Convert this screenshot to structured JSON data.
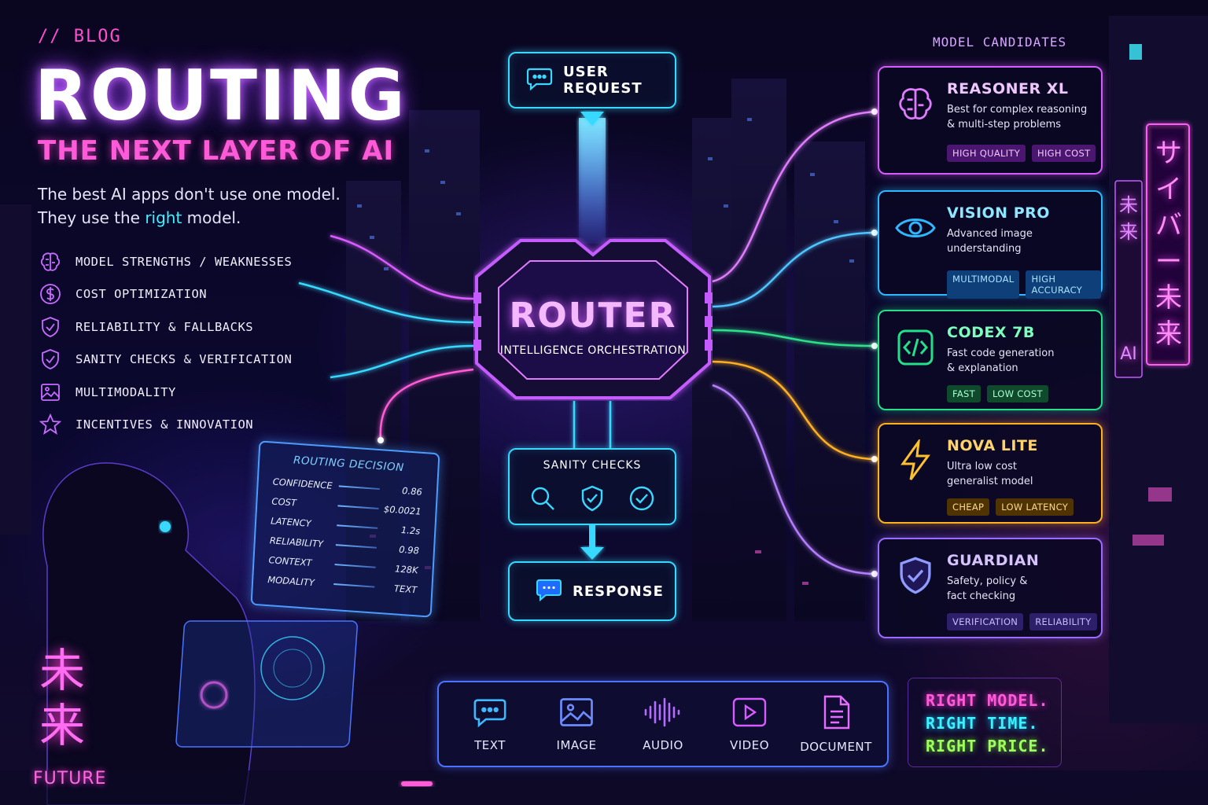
{
  "header": {
    "blog_tag": "// BLOG",
    "title": "ROUTING",
    "subtitle": "THE NEXT LAYER OF AI",
    "tagline_line1": "The best AI apps don't use one model.",
    "tagline_line2_pre": "They use the ",
    "tagline_line2_highlight": "right",
    "tagline_line2_post": " model."
  },
  "features": [
    {
      "icon": "brain-icon",
      "label": "MODEL STRENGTHS / WEAKNESSES"
    },
    {
      "icon": "dollar-icon",
      "label": "COST OPTIMIZATION"
    },
    {
      "icon": "shield-check-icon",
      "label": "RELIABILITY & FALLBACKS"
    },
    {
      "icon": "shield-check-icon",
      "label": "SANITY CHECKS & VERIFICATION"
    },
    {
      "icon": "image-icon",
      "label": "MULTIMODALITY"
    },
    {
      "icon": "star-icon",
      "label": "INCENTIVES & INNOVATION"
    }
  ],
  "flow": {
    "user_request": "USER REQUEST",
    "router_title": "ROUTER",
    "router_subtitle": "INTELLIGENCE ORCHESTRATION",
    "sanity_checks": "SANITY CHECKS",
    "response": "RESPONSE"
  },
  "candidates": {
    "heading": "MODEL CANDIDATES",
    "models": [
      {
        "name": "REASONER XL",
        "desc1": "Best for complex reasoning",
        "desc2": "& multi-step problems",
        "tags": [
          "HIGH QUALITY",
          "HIGH COST"
        ],
        "icon": "brain-icon",
        "color": "#d85bff"
      },
      {
        "name": "VISION PRO",
        "desc1": "Advanced image",
        "desc2": "understanding",
        "tags": [
          "MULTIMODAL",
          "HIGH ACCURACY"
        ],
        "icon": "eye-icon",
        "color": "#2fb8ff"
      },
      {
        "name": "CODEX 7B",
        "desc1": "Fast code generation",
        "desc2": "& explanation",
        "tags": [
          "FAST",
          "LOW COST"
        ],
        "icon": "code-icon",
        "color": "#23e08a"
      },
      {
        "name": "NOVA LITE",
        "desc1": "Ultra low cost",
        "desc2": "generalist model",
        "tags": [
          "CHEAP",
          "LOW LATENCY"
        ],
        "icon": "lightning-icon",
        "color": "#ffb020"
      },
      {
        "name": "GUARDIAN",
        "desc1": "Safety, policy &",
        "desc2": "fact checking",
        "tags": [
          "VERIFICATION",
          "RELIABILITY"
        ],
        "icon": "shield-check-icon",
        "color": "#9b6bff"
      }
    ]
  },
  "decision": {
    "title": "ROUTING DECISION",
    "rows": [
      {
        "key": "CONFIDENCE",
        "value": "0.86"
      },
      {
        "key": "COST",
        "value": "$0.0021"
      },
      {
        "key": "LATENCY",
        "value": "1.2s"
      },
      {
        "key": "RELIABILITY",
        "value": "0.98"
      },
      {
        "key": "CONTEXT",
        "value": "128K"
      },
      {
        "key": "MODALITY",
        "value": "TEXT"
      }
    ]
  },
  "modalities": [
    {
      "label": "TEXT",
      "icon": "chat-icon"
    },
    {
      "label": "IMAGE",
      "icon": "image-icon"
    },
    {
      "label": "AUDIO",
      "icon": "audio-wave-icon"
    },
    {
      "label": "VIDEO",
      "icon": "play-icon"
    },
    {
      "label": "DOCUMENT",
      "icon": "document-icon"
    }
  ],
  "slogan": {
    "line1": "RIGHT MODEL.",
    "line2": "RIGHT TIME.",
    "line3": "RIGHT PRICE.",
    "color1": "#ff5bd8",
    "color2": "#3ff0ff",
    "color3": "#9dff5b"
  },
  "signs": {
    "future_kanji_1": "未",
    "future_kanji_2": "来",
    "future_label": "FUTURE",
    "right_sign": "サイバー未来",
    "right_sign_small": "未来",
    "right_sign_ai": "AI"
  },
  "colors": {
    "accent_pink": "#ff5bd8",
    "accent_cyan": "#38d8ff",
    "accent_purple": "#b45bff"
  }
}
